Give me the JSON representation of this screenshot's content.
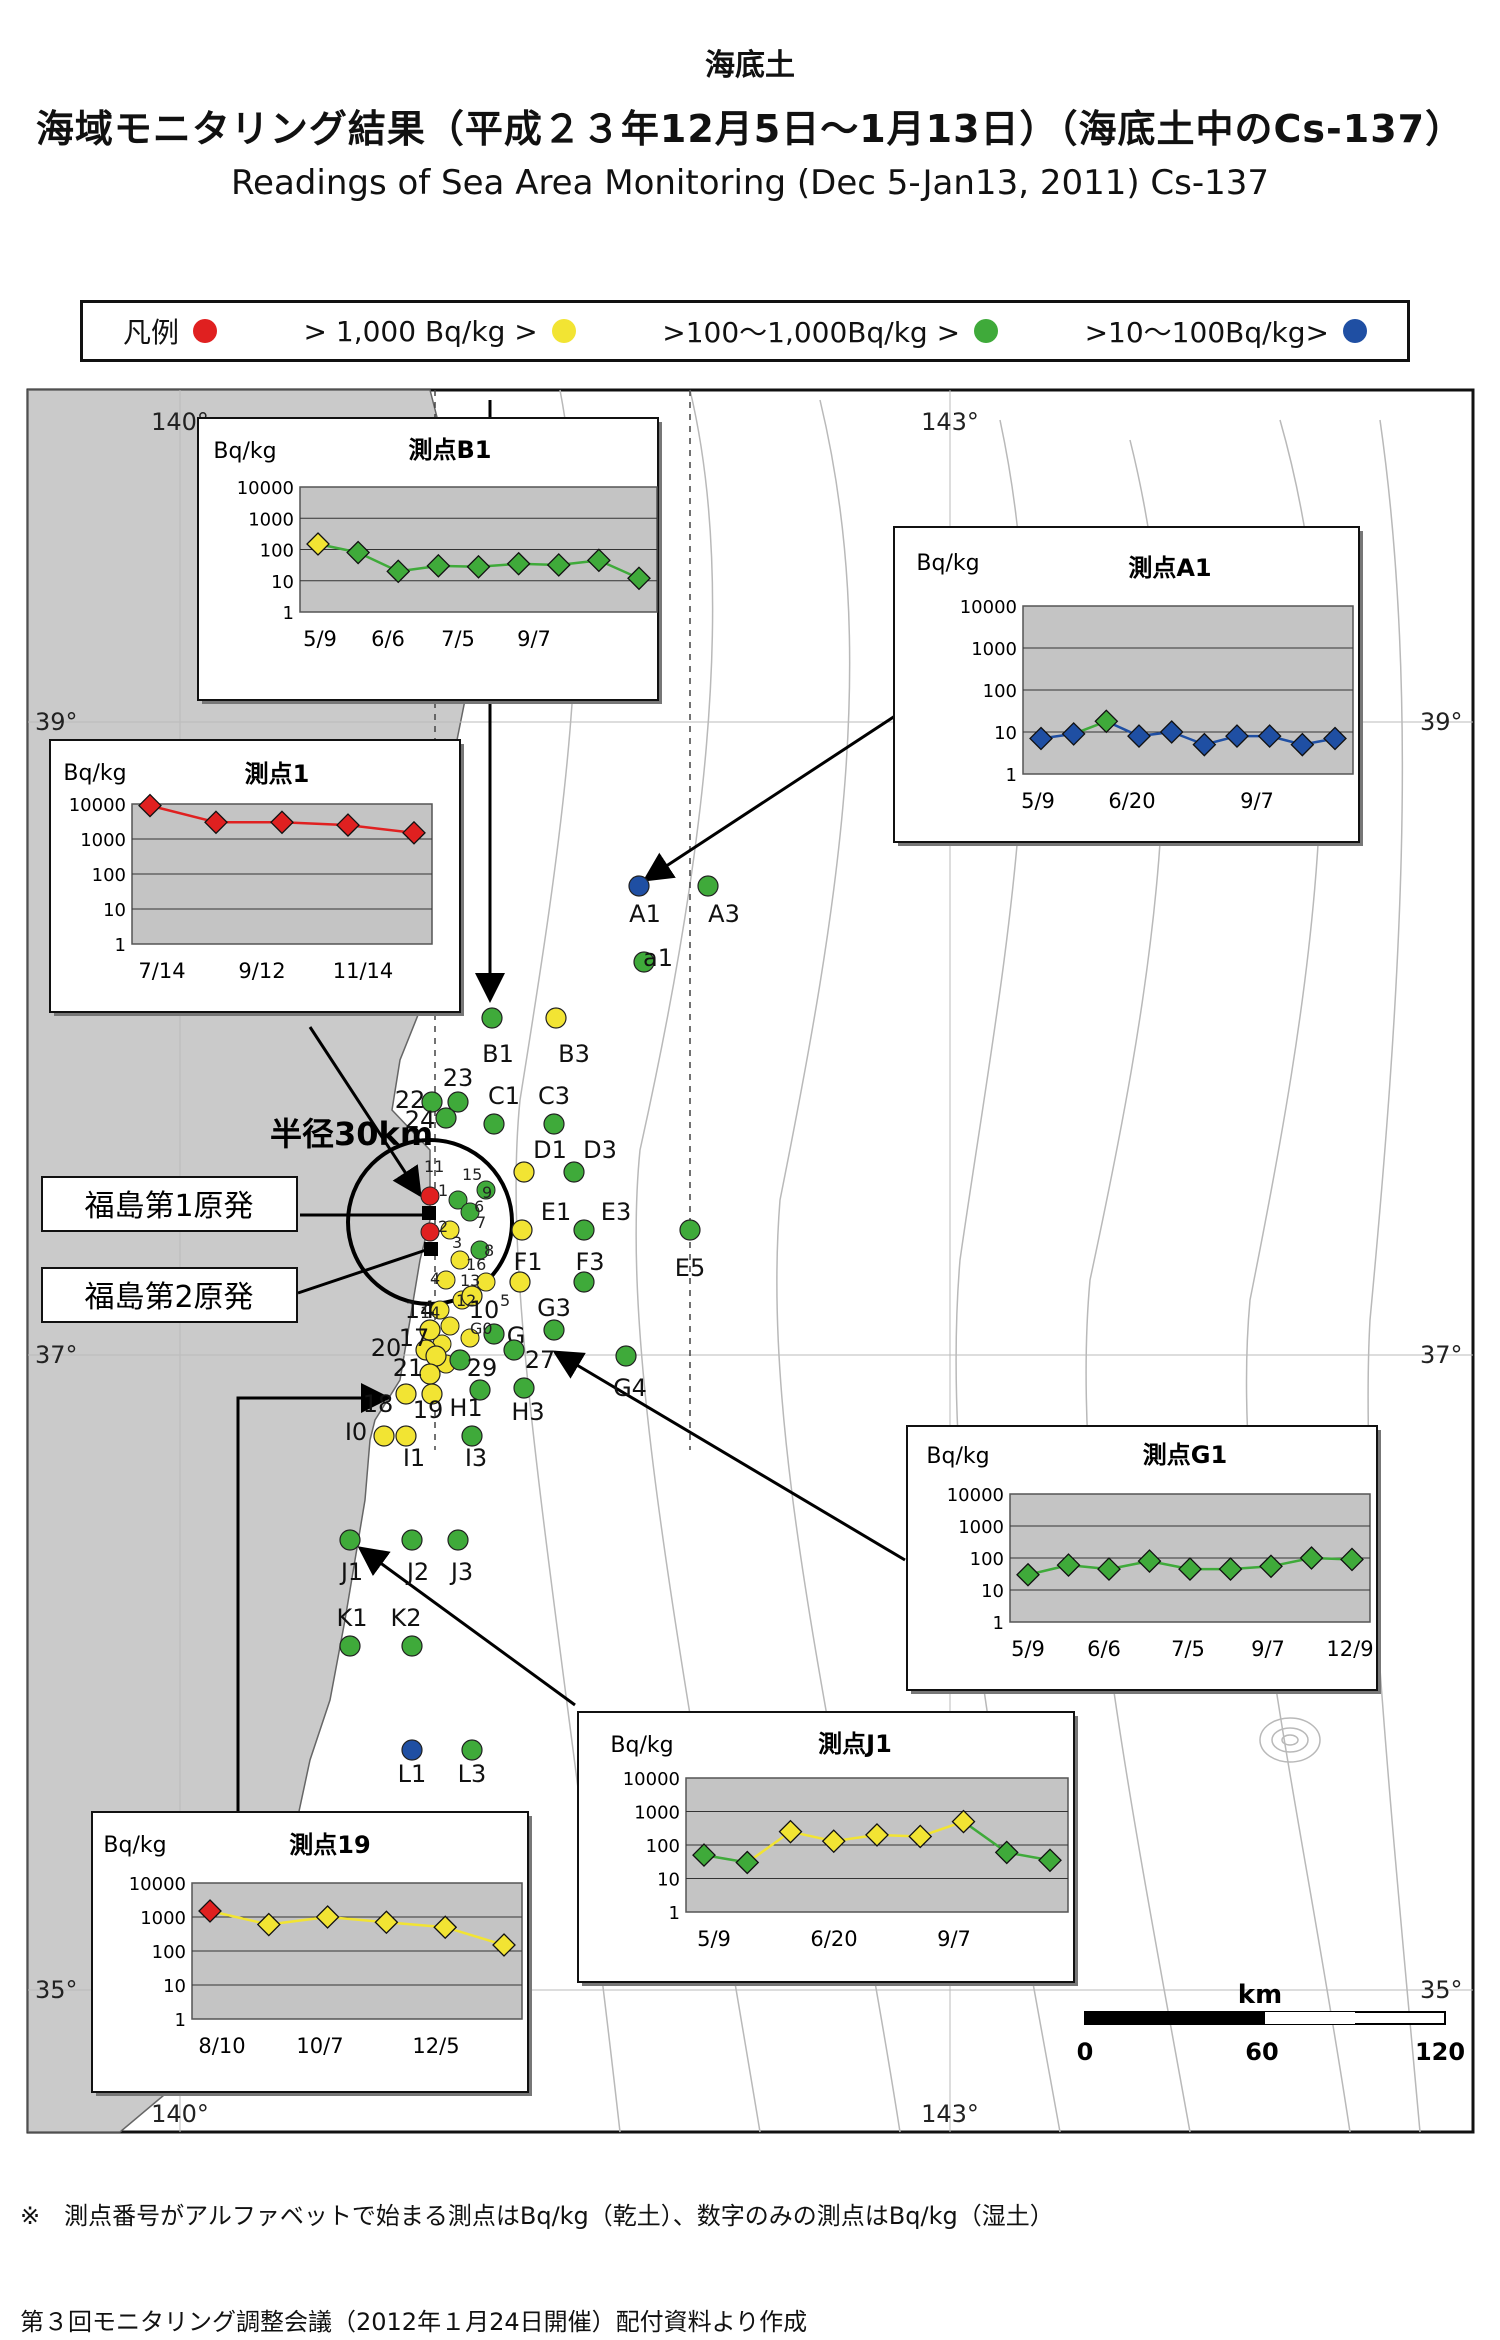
{
  "header": {
    "top_label": "海底土",
    "title_ja": "海域モニタリング結果（平成２３年12月5日～1月13日）（海底土中のCs-137）",
    "title_en": "Readings of Sea Area Monitoring (Dec 5-Jan13, 2011)  Cs-137"
  },
  "legend": {
    "prefix": "凡例",
    "sep1": ">  1,000 Bq/kg  >",
    "sep2": ">100～1,000Bq/kg  >",
    "sep3": ">10～100Bq/kg>",
    "colors": {
      "red": "#e02020",
      "yellow": "#f2e433",
      "green": "#3faa3a",
      "blue": "#1f4fa3"
    }
  },
  "map": {
    "lon_labels": [
      "140°",
      "143°",
      "140°",
      "143°"
    ],
    "lat_labels": [
      "39°",
      "39°",
      "37°",
      "37°",
      "35°",
      "35°"
    ],
    "radius_label": "半径30km",
    "plant1": "福島第1原発",
    "plant2": "福島第2原発",
    "scale": {
      "unit": "km",
      "ticks": [
        "0",
        "60",
        "120"
      ]
    },
    "stations": [
      {
        "id": "A1",
        "color": "blue"
      },
      {
        "id": "A3",
        "color": "green"
      },
      {
        "id": "a1",
        "color": "green"
      },
      {
        "id": "B1",
        "color": "green"
      },
      {
        "id": "B3",
        "color": "yellow"
      },
      {
        "id": "C1",
        "color": "green"
      },
      {
        "id": "C3",
        "color": "green"
      },
      {
        "id": "D1",
        "color": "yellow"
      },
      {
        "id": "D3",
        "color": "green"
      },
      {
        "id": "E1",
        "color": "yellow"
      },
      {
        "id": "E3",
        "color": "green"
      },
      {
        "id": "E5",
        "color": "green"
      },
      {
        "id": "F1",
        "color": "yellow"
      },
      {
        "id": "F3",
        "color": "green"
      },
      {
        "id": "G",
        "color": "green"
      },
      {
        "id": "G3",
        "color": "green"
      },
      {
        "id": "G4",
        "color": "green"
      },
      {
        "id": "H1",
        "color": "green"
      },
      {
        "id": "H3",
        "color": "green"
      },
      {
        "id": "I0",
        "color": "yellow"
      },
      {
        "id": "I1",
        "color": "yellow"
      },
      {
        "id": "I3",
        "color": "green"
      },
      {
        "id": "J1",
        "color": "green"
      },
      {
        "id": "J2",
        "color": "green"
      },
      {
        "id": "J3",
        "color": "green"
      },
      {
        "id": "K1",
        "color": "green"
      },
      {
        "id": "K2",
        "color": "green"
      },
      {
        "id": "L1",
        "color": "blue"
      },
      {
        "id": "L3",
        "color": "green"
      },
      {
        "id": "22",
        "color": "green"
      },
      {
        "id": "23",
        "color": "green"
      },
      {
        "id": "24",
        "color": "green"
      },
      {
        "id": "10",
        "color": "yellow"
      },
      {
        "id": "14",
        "color": "yellow"
      },
      {
        "id": "17",
        "color": "yellow"
      },
      {
        "id": "18",
        "color": "yellow"
      },
      {
        "id": "19",
        "color": "yellow"
      },
      {
        "id": "20",
        "color": "yellow"
      },
      {
        "id": "21",
        "color": "yellow"
      },
      {
        "id": "27",
        "color": "green"
      },
      {
        "id": "29",
        "color": "green"
      }
    ],
    "inner_labels": [
      "11",
      "15",
      "1",
      "2",
      "3",
      "8",
      "16",
      "13",
      "4",
      "7",
      "14",
      "G0",
      "12",
      "5",
      "6",
      "9"
    ]
  },
  "insets": [
    {
      "name": "B1",
      "title": "測点B1",
      "y_unit": "Bq/kg",
      "y_ticks": [
        "10000",
        "1000",
        "100",
        "10",
        "1"
      ],
      "x_ticks": [
        "5/9",
        "6/6",
        "7/5",
        "9/7"
      ],
      "values": [
        150,
        80,
        20,
        30,
        28,
        35,
        32,
        45,
        12
      ],
      "point_colors": [
        "yellow",
        "green",
        "green",
        "green",
        "green",
        "green",
        "green",
        "green",
        "green"
      ]
    },
    {
      "name": "A1",
      "title": "測点A1",
      "y_unit": "Bq/kg",
      "y_ticks": [
        "10000",
        "1000",
        "100",
        "10",
        "1"
      ],
      "x_ticks": [
        "5/9",
        "6/20",
        "9/7"
      ],
      "values": [
        7,
        9,
        18,
        8,
        10,
        5,
        8,
        8,
        5,
        7
      ],
      "point_colors": [
        "blue",
        "blue",
        "green",
        "blue",
        "blue",
        "blue",
        "blue",
        "blue",
        "blue",
        "blue"
      ]
    },
    {
      "name": "1",
      "title": "測点1",
      "y_unit": "Bq/kg",
      "y_ticks": [
        "10000",
        "1000",
        "100",
        "10",
        "1"
      ],
      "x_ticks": [
        "7/14",
        "9/12",
        "11/14"
      ],
      "values": [
        9000,
        3000,
        3000,
        2500,
        1500
      ],
      "point_colors": [
        "red",
        "red",
        "red",
        "red",
        "red"
      ]
    },
    {
      "name": "G1",
      "title": "測点G1",
      "y_unit": "Bq/kg",
      "y_ticks": [
        "10000",
        "1000",
        "100",
        "10",
        "1"
      ],
      "x_ticks": [
        "5/9",
        "6/6",
        "7/5",
        "9/7",
        "12/9"
      ],
      "values": [
        30,
        60,
        45,
        80,
        45,
        45,
        55,
        100,
        90
      ],
      "point_colors": [
        "green",
        "green",
        "green",
        "green",
        "green",
        "green",
        "green",
        "green",
        "green"
      ]
    },
    {
      "name": "J1",
      "title": "測点J1",
      "y_unit": "Bq/kg",
      "y_ticks": [
        "10000",
        "1000",
        "100",
        "10",
        "1"
      ],
      "x_ticks": [
        "5/9",
        "6/20",
        "9/7"
      ],
      "values": [
        50,
        30,
        250,
        130,
        200,
        180,
        500,
        60,
        35
      ],
      "point_colors": [
        "green",
        "green",
        "yellow",
        "yellow",
        "yellow",
        "yellow",
        "yellow",
        "green",
        "green"
      ]
    },
    {
      "name": "19",
      "title": "測点19",
      "y_unit": "Bq/kg",
      "y_ticks": [
        "10000",
        "1000",
        "100",
        "10",
        "1"
      ],
      "x_ticks": [
        "8/10",
        "10/7",
        "12/5"
      ],
      "values": [
        1500,
        600,
        1000,
        700,
        500,
        150
      ],
      "point_colors": [
        "red",
        "yellow",
        "yellow",
        "yellow",
        "yellow",
        "yellow"
      ]
    }
  ],
  "footnote": "※　測点番号がアルファベットで始まる測点はBq/kg（乾土）、数字のみの測点はBq/kg（湿土）",
  "source": "第３回モニタリング調整会議（2012年１月24日開催）配付資料より作成"
}
